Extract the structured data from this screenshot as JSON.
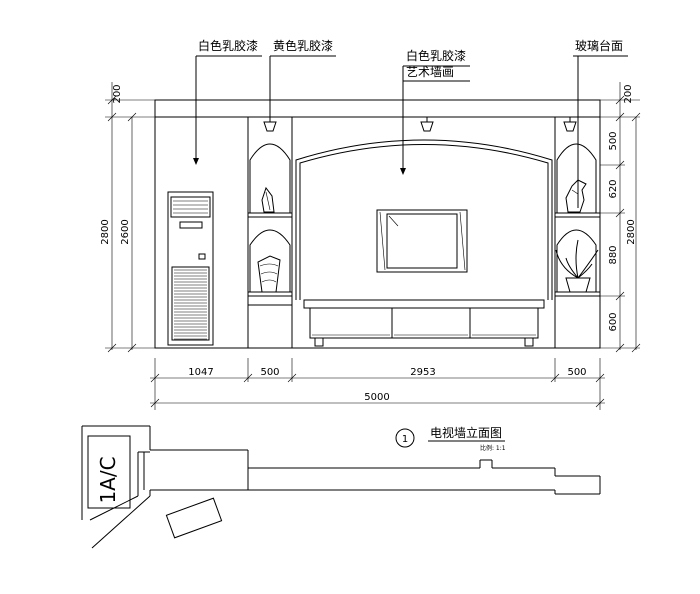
{
  "callouts": {
    "white_latex_1": "白色乳胶漆",
    "yellow_latex": "黄色乳胶漆",
    "white_latex_2": "白色乳胶漆",
    "art_wall": "艺术墙画",
    "glass_top": "玻璃台面"
  },
  "dims": {
    "left_top": "200",
    "right_top": "200",
    "left_total": "2800",
    "left_inner": "2600",
    "right_total": "2800",
    "right_seg1": "500",
    "right_seg2": "620",
    "right_seg3": "880",
    "right_seg4": "600",
    "bottom_seg1": "1047",
    "bottom_seg2": "500",
    "bottom_seg3": "2953",
    "bottom_seg4": "500",
    "bottom_total": "5000"
  },
  "title_block": {
    "number": "1",
    "title": "电视墙立面图",
    "scale": "比例: 1:1"
  },
  "plan_label": "1A/C"
}
